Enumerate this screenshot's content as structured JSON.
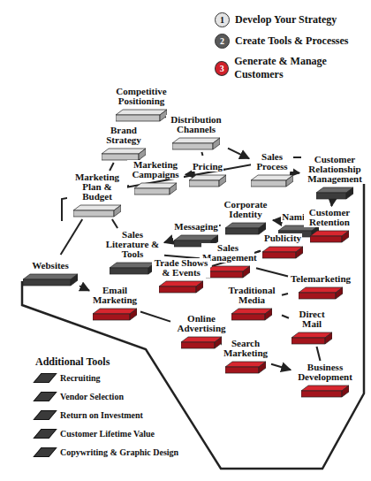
{
  "diagram": {
    "nodes": [
      {
        "text": [
          "Competitive Positioning"
        ]
      },
      {
        "text": [
          "Brand Strategy"
        ]
      },
      {
        "text": [
          "Distribution Channels"
        ]
      },
      {
        "text": [
          "Sales Process"
        ]
      },
      {
        "text": [
          "Customer Relationship Management"
        ]
      },
      {
        "text": [
          "Pricing"
        ]
      },
      {
        "text": [
          "Marketing Campaigns"
        ]
      },
      {
        "text": [
          "Marketing Plan & Budget"
        ]
      },
      {
        "text": [
          "Corporate Identity"
        ]
      },
      {
        "text": [
          "Naming"
        ]
      },
      {
        "text": [
          "Customer Retention"
        ]
      },
      {
        "text": [
          "Messaging"
        ]
      },
      {
        "text": [
          "Sales Literature & Tools"
        ]
      },
      {
        "text": [
          "Publicity"
        ]
      },
      {
        "text": [
          "Websites"
        ]
      },
      {
        "text": [
          "Sales Management"
        ]
      },
      {
        "text": [
          "Trade Shows & Events"
        ]
      },
      {
        "text": [
          "Telemarketing"
        ]
      },
      {
        "text": [
          "Email Marketing"
        ]
      },
      {
        "text": [
          "Traditional Media"
        ]
      },
      {
        "text": [
          "Online Advertising"
        ]
      },
      {
        "text": [
          "Direct Mail"
        ]
      },
      {
        "text": [
          "Search Marketing"
        ]
      },
      {
        "text": [
          "Business Development"
        ]
      }
    ],
    "edges": [
      {
        "from": 0,
        "to": 1,
        "arrow": "none"
      },
      {
        "from": 0,
        "to": 2,
        "arrow": "none"
      },
      {
        "from": 1,
        "to": 7,
        "arrow": "none"
      },
      {
        "from": 1,
        "to": 6,
        "arrow": "none"
      },
      {
        "from": 2,
        "to": 5,
        "arrow": "none"
      },
      {
        "from": 2,
        "to": 3,
        "arrow": "to"
      },
      {
        "from": 5,
        "to": 6,
        "arrow": "to"
      },
      {
        "from": 6,
        "to": 7,
        "arrow": "none"
      },
      {
        "from": 3,
        "to": 4,
        "arrow": "to"
      },
      {
        "from": 7,
        "to": 12,
        "arrow": "none"
      },
      {
        "from": 7,
        "to": 14,
        "arrow": "none"
      },
      {
        "from": 11,
        "to": 12,
        "arrow": "to"
      },
      {
        "from": 8,
        "to": 11,
        "arrow": "none"
      },
      {
        "from": 9,
        "to": 8,
        "arrow": "to"
      },
      {
        "from": 4,
        "to": 10,
        "arrow": "to"
      },
      {
        "from": 12,
        "to": 15,
        "arrow": "none"
      },
      {
        "from": 14,
        "to": 18,
        "arrow": "to"
      },
      {
        "from": 18,
        "to": 20,
        "arrow": "none"
      },
      {
        "from": 20,
        "to": 22,
        "arrow": "to"
      },
      {
        "from": 15,
        "to": 13,
        "arrow": "none"
      },
      {
        "from": 16,
        "to": 13,
        "arrow": "none"
      },
      {
        "from": 15,
        "to": 17,
        "arrow": "none"
      },
      {
        "from": 17,
        "to": 19,
        "arrow": "none"
      },
      {
        "from": 19,
        "to": 21,
        "arrow": "none"
      },
      {
        "from": 21,
        "to": 23,
        "arrow": "none"
      },
      {
        "from": 22,
        "to": 23,
        "arrow": "to"
      }
    ],
    "labels": [
      "1",
      "2",
      "3",
      "Additional Tools"
    ],
    "legend": [
      {
        "text": "Develop Your Strategy",
        "color": "#e4e4e4"
      },
      {
        "text": "Create Tools & Processes",
        "color": "#5a5a5a"
      },
      {
        "text": "Generate & Manage Customers",
        "color": "#d0202a"
      },
      {
        "text": "Recruiting",
        "color": "#3a3a3a"
      },
      {
        "text": "Vendor Selection",
        "color": "#3a3a3a"
      },
      {
        "text": "Return on Investment",
        "color": "#3a3a3a"
      },
      {
        "text": "Customer Lifetime Value",
        "color": "#3a3a3a"
      },
      {
        "text": "Copywriting & Graphic Design",
        "color": "#3a3a3a"
      }
    ]
  }
}
